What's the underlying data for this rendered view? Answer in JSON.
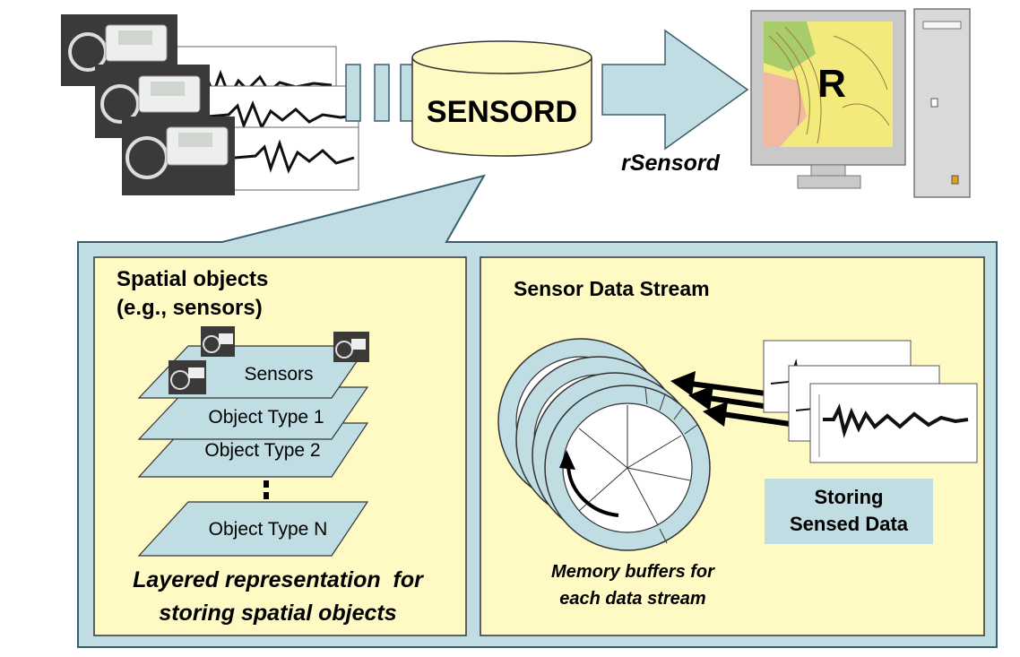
{
  "top": {
    "database_label": "SENSORD",
    "connector_label": "rSensord",
    "monitor_letter": "R"
  },
  "left_panel": {
    "title_line1": "Spatial objects",
    "title_line2": "(e.g., sensors)",
    "layers": [
      "Sensors",
      "Object Type 1",
      "Object Type 2",
      "Object Type N"
    ],
    "caption_line1": "Layered representation  for",
    "caption_line2": "storing spatial objects"
  },
  "right_panel": {
    "title": "Sensor Data Stream",
    "storing_line1": "Storing",
    "storing_line2": "Sensed Data",
    "caption_line1": "Memory buffers for",
    "caption_line2": "each data stream"
  },
  "colors": {
    "panel_blue": "#bfdde3",
    "panel_border": "#3a5f6a",
    "cream": "#fff9c4",
    "layer_blue": "#bfdde3",
    "arrow_blue": "#bfdde3"
  }
}
